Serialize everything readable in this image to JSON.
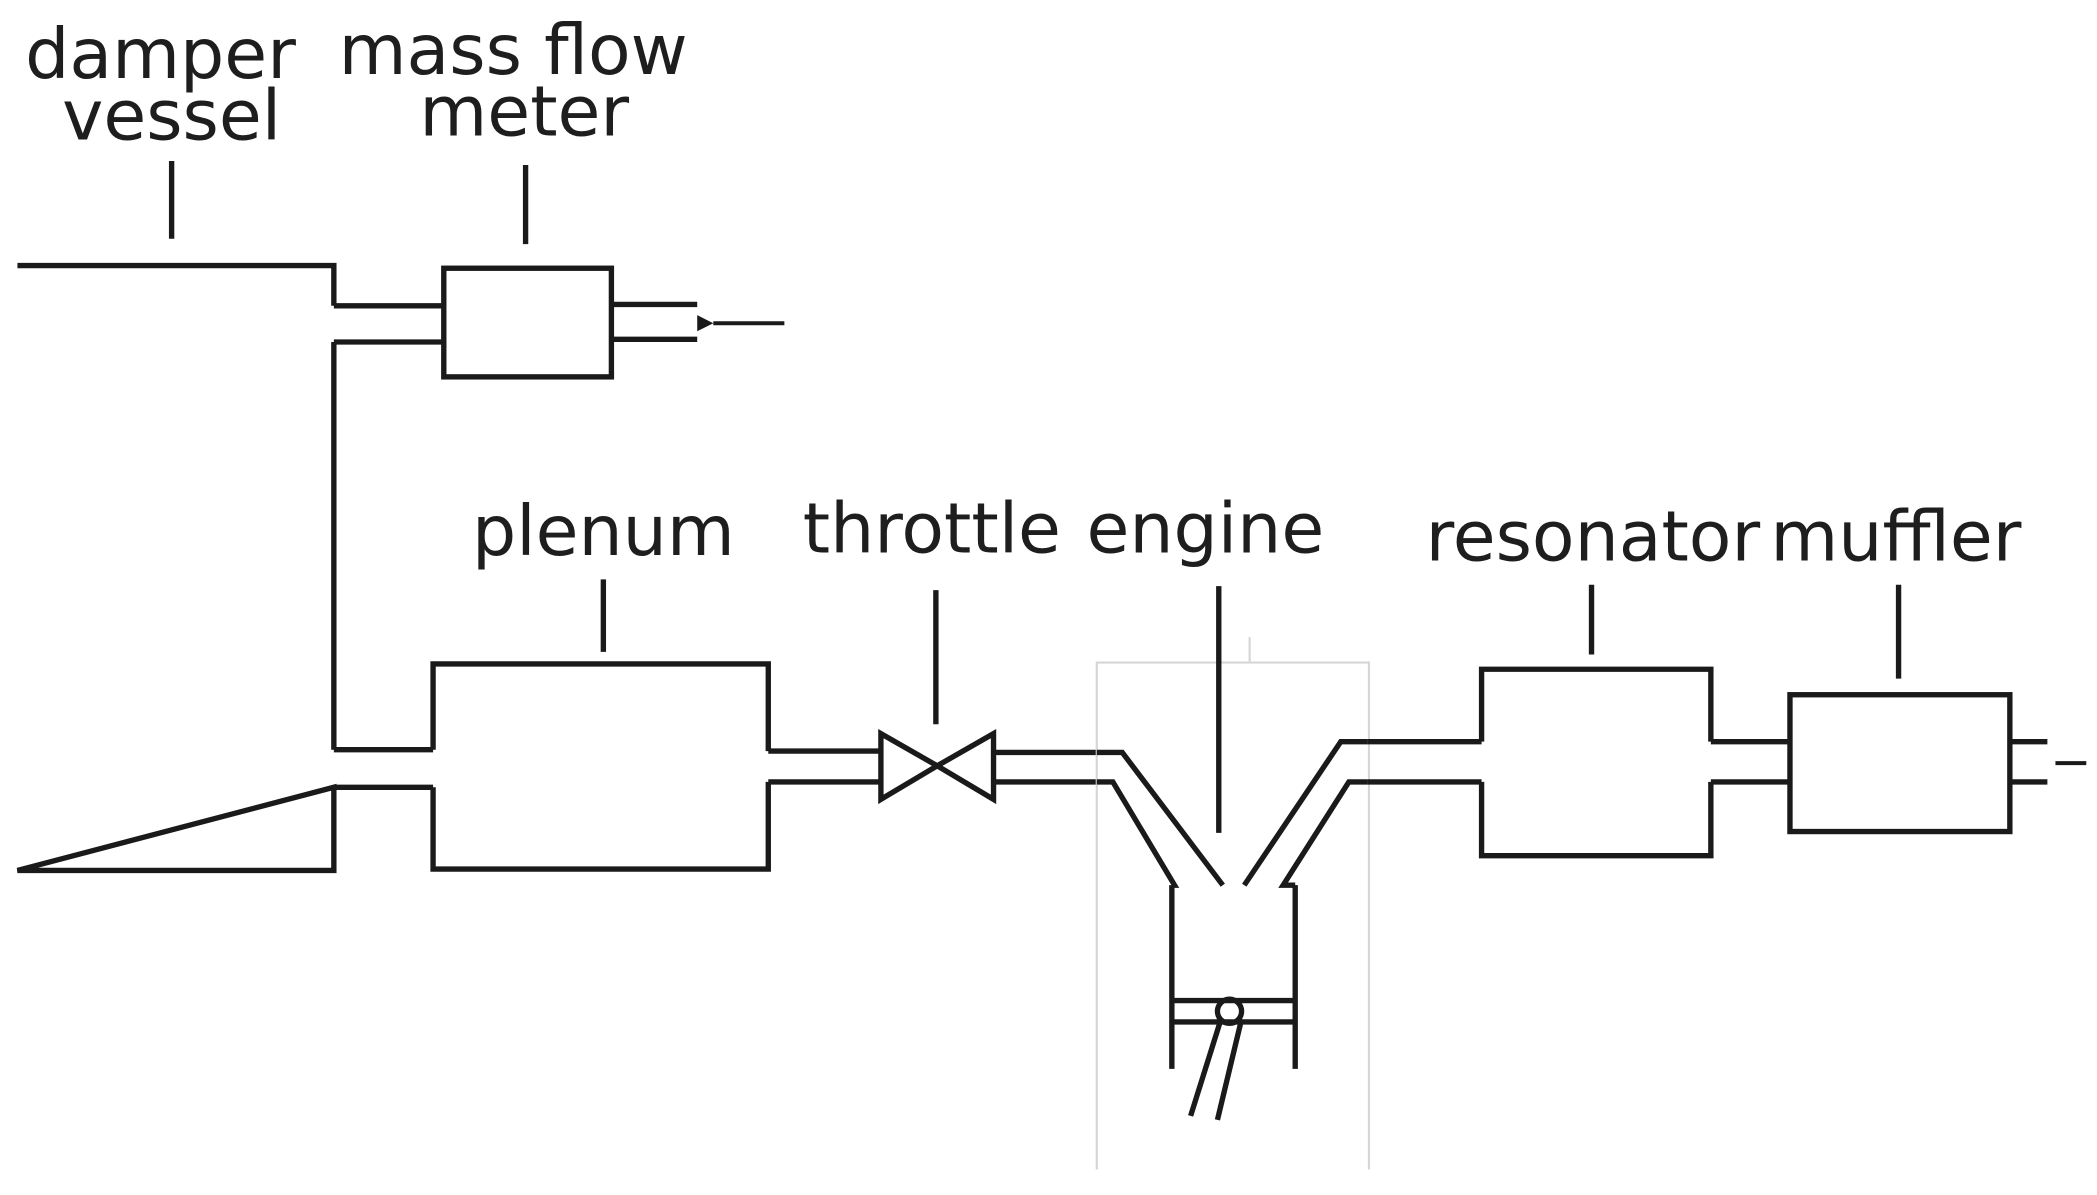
{
  "diagram": {
    "components": [
      {
        "id": "damper_vessel",
        "label_lines": [
          "damper",
          "vessel"
        ]
      },
      {
        "id": "mass_flow_meter",
        "label_lines": [
          "mass flow",
          "meter"
        ]
      },
      {
        "id": "plenum",
        "label_lines": [
          "plenum"
        ]
      },
      {
        "id": "throttle",
        "label_lines": [
          "throttle"
        ]
      },
      {
        "id": "engine",
        "label_lines": [
          "engine"
        ]
      },
      {
        "id": "resonator",
        "label_lines": [
          "resonator"
        ]
      },
      {
        "id": "muffler",
        "label_lines": [
          "muffler"
        ]
      }
    ],
    "connections": [
      {
        "from": "inlet",
        "to": "mass_flow_meter"
      },
      {
        "from": "mass_flow_meter",
        "to": "damper_vessel"
      },
      {
        "from": "damper_vessel",
        "to": "plenum"
      },
      {
        "from": "plenum",
        "to": "throttle"
      },
      {
        "from": "throttle",
        "to": "engine"
      },
      {
        "from": "engine",
        "to": "resonator"
      },
      {
        "from": "resonator",
        "to": "muffler"
      },
      {
        "from": "muffler",
        "to": "outlet"
      }
    ],
    "flow_direction_icon": "left-arrow-icon"
  }
}
